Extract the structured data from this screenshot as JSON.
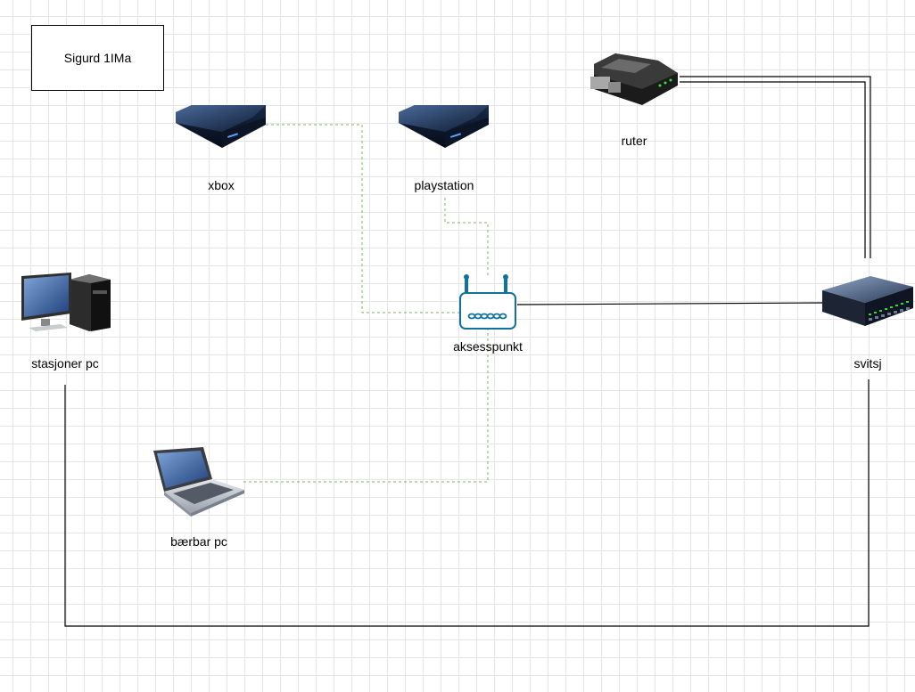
{
  "title_box": "Sigurd 1IMa",
  "nodes": {
    "xbox": {
      "label": "xbox",
      "icon": "game-console-icon"
    },
    "playstation": {
      "label": "playstation",
      "icon": "game-console-icon"
    },
    "ruter": {
      "label": "ruter",
      "icon": "router-icon"
    },
    "stasjoner_pc": {
      "label": "stasjoner pc",
      "icon": "desktop-computer-icon"
    },
    "aksesspunkt": {
      "label": "aksesspunkt",
      "icon": "wireless-access-point-icon"
    },
    "svitsj": {
      "label": "svitsj",
      "icon": "network-switch-icon"
    },
    "baerbar_pc": {
      "label": "bærbar pc",
      "icon": "laptop-icon"
    }
  },
  "connections": [
    {
      "from": "xbox",
      "to": "aksesspunkt",
      "style": "dashed",
      "color": "#82b366"
    },
    {
      "from": "playstation",
      "to": "aksesspunkt",
      "style": "dashed",
      "color": "#82b366"
    },
    {
      "from": "baerbar_pc",
      "to": "aksesspunkt",
      "style": "dashed",
      "color": "#82b366"
    },
    {
      "from": "aksesspunkt",
      "to": "svitsj",
      "style": "solid",
      "color": "#000000"
    },
    {
      "from": "ruter",
      "to": "svitsj",
      "style": "double",
      "color": "#000000"
    },
    {
      "from": "stasjoner_pc",
      "to": "svitsj",
      "style": "solid",
      "color": "#000000"
    }
  ],
  "colors": {
    "wireless_link": "#82b366",
    "wired_link": "#000000",
    "access_point": "#10739e"
  }
}
